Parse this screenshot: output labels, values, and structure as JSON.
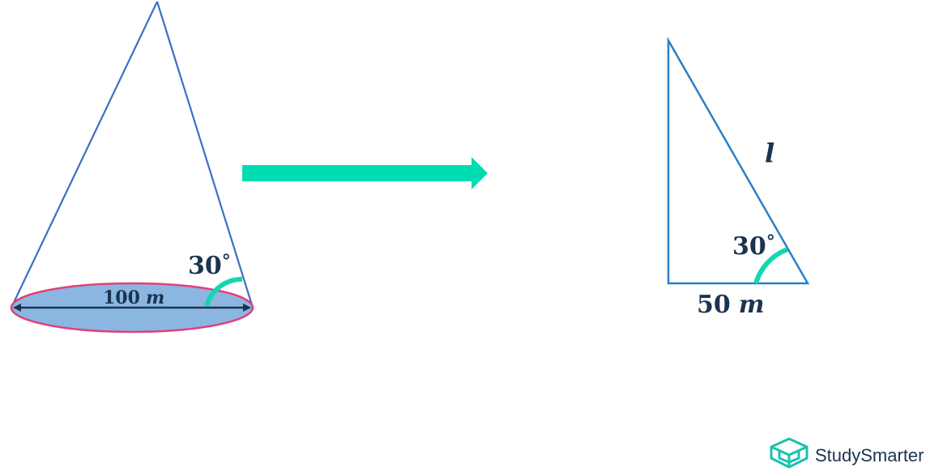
{
  "cone": {
    "angle": {
      "value": "30",
      "unit": "°"
    },
    "diameter": {
      "value": "100",
      "unit": "m"
    }
  },
  "triangle": {
    "hypotenuse": "l",
    "angle": {
      "value": "30",
      "unit": "°"
    },
    "base": {
      "value": "50",
      "unit": "m"
    }
  },
  "logo": {
    "text": "StudySmarter"
  },
  "colors": {
    "outline": "#3d6fc2",
    "triangle_outline": "#2a7fc8",
    "base_fill": "#8cb6e2",
    "base_stroke": "#e0407a",
    "angle_arc": "#14d6b0",
    "arrow": "#00dbb2",
    "text": "#1b3350",
    "logo_icon": "#19c2b0"
  }
}
